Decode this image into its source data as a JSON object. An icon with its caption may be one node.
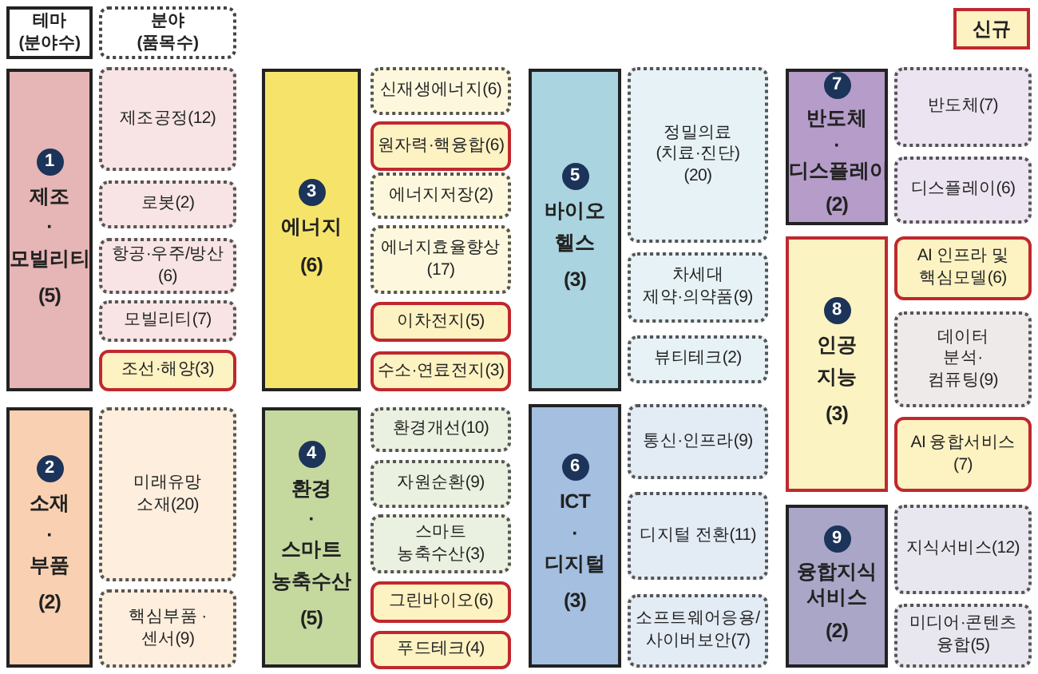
{
  "diagram": {
    "nodes": [
      {
        "text": [
          "테마 (분야수)"
        ]
      },
      {
        "text": [
          "분야 (품목수)"
        ]
      },
      {
        "text": [
          "1",
          "제조 · 모빌리티",
          "(5)"
        ]
      },
      {
        "text": [
          "제조공정(12)"
        ]
      },
      {
        "text": [
          "로봇(2)"
        ]
      },
      {
        "text": [
          "항공·우주/방산 (6)"
        ]
      },
      {
        "text": [
          "모빌리티(7)"
        ]
      },
      {
        "text": [
          "조선·해양(3)"
        ]
      },
      {
        "text": [
          "2",
          "소재 · 부품",
          "(2)"
        ]
      },
      {
        "text": [
          "미래유망 소재(20)"
        ]
      },
      {
        "text": [
          "핵심부품 · 센서(9)"
        ]
      },
      {
        "text": [
          "3",
          "에너지",
          "(6)"
        ]
      },
      {
        "text": [
          "신재생에너지(6)"
        ]
      },
      {
        "text": [
          "원자력·핵융합(6)"
        ]
      },
      {
        "text": [
          "에너지저장(2)"
        ]
      },
      {
        "text": [
          "에너지효율향상 (17)"
        ]
      },
      {
        "text": [
          "이차전지(5)"
        ]
      },
      {
        "text": [
          "수소·연료전지(3)"
        ]
      },
      {
        "text": [
          "4",
          "환경 · 스마트 농축수산",
          "(5)"
        ]
      },
      {
        "text": [
          "환경개선(10)"
        ]
      },
      {
        "text": [
          "자원순환(9)"
        ]
      },
      {
        "text": [
          "스마트 농축수산(3)"
        ]
      },
      {
        "text": [
          "그린바이오(6)"
        ]
      },
      {
        "text": [
          "푸드테크(4)"
        ]
      },
      {
        "text": [
          "5",
          "바이오 헬스",
          "(3)"
        ]
      },
      {
        "text": [
          "정밀의료 (치료·진단) (20)"
        ]
      },
      {
        "text": [
          "차세대 제약·의약품(9)"
        ]
      },
      {
        "text": [
          "뷰티테크(2)"
        ]
      },
      {
        "text": [
          "6",
          "ICT · 디지털",
          "(3)"
        ]
      },
      {
        "text": [
          "통신·인프라(9)"
        ]
      },
      {
        "text": [
          "디지털 전환(11)"
        ]
      },
      {
        "text": [
          "소프트웨어응용/ 사이버보안(7)"
        ]
      },
      {
        "text": [
          "7",
          "반도체 · 디스플레이",
          "(2)"
        ]
      },
      {
        "text": [
          "반도체(7)"
        ]
      },
      {
        "text": [
          "디스플레이(6)"
        ]
      },
      {
        "text": [
          "8",
          "인공 지능",
          "(3)"
        ]
      },
      {
        "text": [
          "AI 인프라 및 핵심모델(6)"
        ]
      },
      {
        "text": [
          "데이터 분석· 컴퓨팅(9)"
        ]
      },
      {
        "text": [
          "AI 융합서비스 (7)"
        ]
      },
      {
        "text": [
          "9",
          "융합지식 서비스",
          "(2)"
        ]
      },
      {
        "text": [
          "지식서비스(12)"
        ]
      },
      {
        "text": [
          "미디어·콘텐츠 융합(5)"
        ]
      }
    ],
    "legend": [
      {
        "text": "신규",
        "color": "#fdf2c2"
      }
    ]
  }
}
